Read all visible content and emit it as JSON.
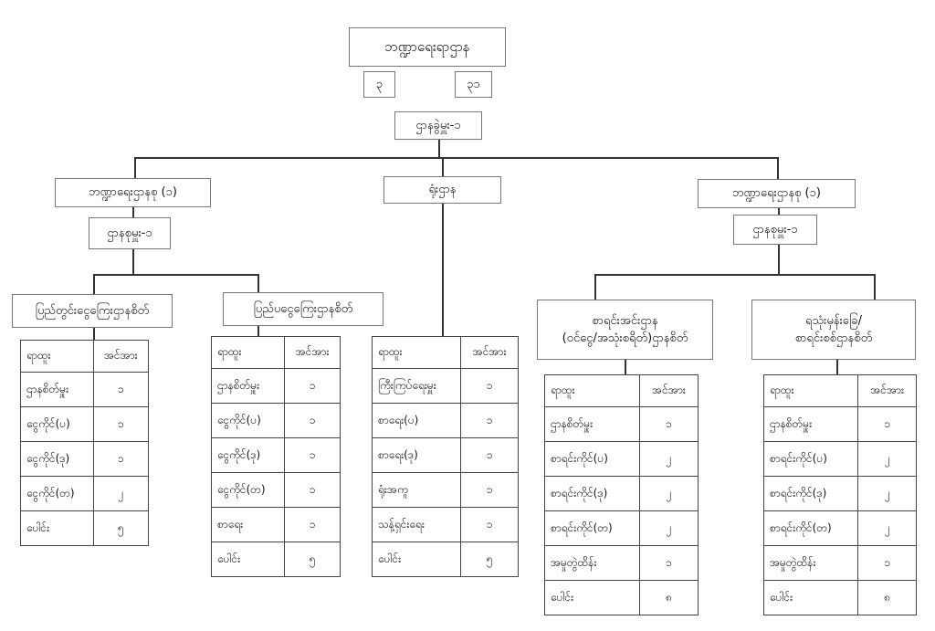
{
  "top": {
    "title": "ဘဏ္ဍာရေးရာဌာန",
    "count_a": "၃",
    "count_b": "၃၁",
    "head": "ဌာနခွဲမှူး-၁"
  },
  "left": {
    "title": "ဘဏ္ဍာရေးဌာနစု (၁)",
    "head": "ဌာနစုမှူး-၁",
    "sub1": "ပြည်တွင်းငွေကြေးဌာနစိတ်",
    "sub2": "ပြည်ပငွေကြေးဌာနစိတ်"
  },
  "center": {
    "title": "ရုံးဌာန"
  },
  "right": {
    "title": "ဘဏ္ဍာရေးဌာနစု (၁)",
    "head": "ဌာနစုမှူး-၁",
    "sub1": "စာရင်းအင်းဌာန\n(ဝင်ငွေ/အသုံးစရိတ်)ဌာနစိတ်",
    "sub2": "ရသုံးမှန်းခြေ/\nစာရင်းစစ်ဌာနစိတ်"
  },
  "tables": [
    {
      "rows": [
        [
          "ရာထူး",
          "အင်အား"
        ],
        [
          "ဌာနစိတ်မှူး",
          "၁"
        ],
        [
          "ငွေကိုင်(ပ)",
          "၁"
        ],
        [
          "ငွေကိုင်(ဒု)",
          "၁"
        ],
        [
          "ငွေကိုင်(တ)",
          "၂"
        ],
        [
          "ပေါင်း",
          "၅"
        ]
      ]
    },
    {
      "rows": [
        [
          "ရာထူး",
          "အင်အား"
        ],
        [
          "ဌာနစိတ်မှူး",
          "၁"
        ],
        [
          "ငွေကိုင်(ပ)",
          "၁"
        ],
        [
          "ငွေကိုင်(ဒု)",
          "၁"
        ],
        [
          "ငွေကိုင်(တ)",
          "၁"
        ],
        [
          "စာရေး",
          "၁"
        ],
        [
          "ပေါင်း",
          "၅"
        ]
      ]
    },
    {
      "rows": [
        [
          "ရာထူး",
          "အင်အား"
        ],
        [
          "ကြီးကြပ်ရေးမှူး",
          "၁"
        ],
        [
          "စာရေး(ပ)",
          "၁"
        ],
        [
          "စာရေး(ဒု)",
          "၁"
        ],
        [
          "ရုံးအကူ",
          "၁"
        ],
        [
          "သန့်ရှင်းရေး",
          "၁"
        ],
        [
          "ပေါင်း",
          "၅"
        ]
      ]
    },
    {
      "rows": [
        [
          "ရာထူး",
          "အင်အား"
        ],
        [
          "ဌာနစိတ်မှူး",
          "၁"
        ],
        [
          "စာရင်းကိုင်(ပ)",
          "၂"
        ],
        [
          "စာရင်းကိုင်(ဒု)",
          "၂"
        ],
        [
          "စာရင်းကိုင်(တ)",
          "၂"
        ],
        [
          "အမှုတွဲထိန်း",
          "၁"
        ],
        [
          "ပေါင်း",
          "၈"
        ]
      ]
    },
    {
      "rows": [
        [
          "ရာထူး",
          "အင်အား"
        ],
        [
          "ဌာနစိတ်မှူး",
          "၁"
        ],
        [
          "စာရင်းကိုင်(ပ)",
          "၂"
        ],
        [
          "စာရင်းကိုင်(ဒု)",
          "၂"
        ],
        [
          "စာရင်းကိုင်(တ)",
          "၂"
        ],
        [
          "အမှုတွဲထိန်း",
          "၁"
        ],
        [
          "ပေါင်း",
          "၈"
        ]
      ]
    }
  ]
}
